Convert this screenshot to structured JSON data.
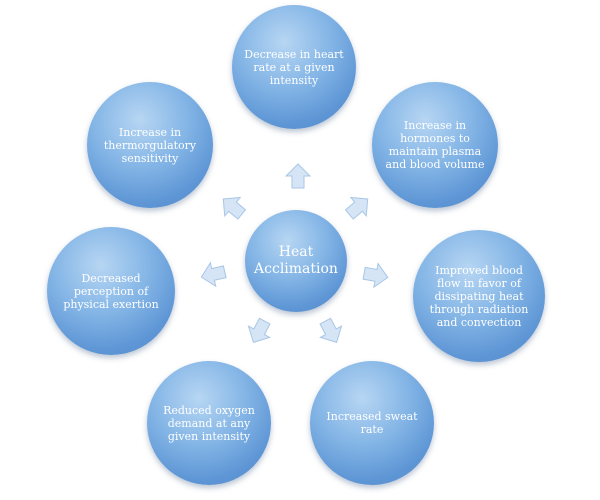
{
  "center": {
    "label": "Heat\nAcclimation"
  },
  "nodes": [
    {
      "label": "Decrease in heart\nrate at a given\nintensity"
    },
    {
      "label": "Increase in\nhormones to\nmaintain plasma\nand blood volume"
    },
    {
      "label": "Improved blood\nflow in favor of\ndissipating heat\nthrough radiation\nand convection"
    },
    {
      "label": "Increased sweat\nrate"
    },
    {
      "label": "Reduced oxygen\ndemand at any\ngiven intensity"
    },
    {
      "label": "Decreased\nperception of\nphysical exertion"
    },
    {
      "label": "Increase in\nthermorgulatory\nsensitivity"
    }
  ],
  "colors": {
    "node_fill": "#6a9fdb",
    "arrow_fill": "#d5e5f5",
    "arrow_stroke": "#a9c6e6",
    "text": "#ffffff"
  }
}
